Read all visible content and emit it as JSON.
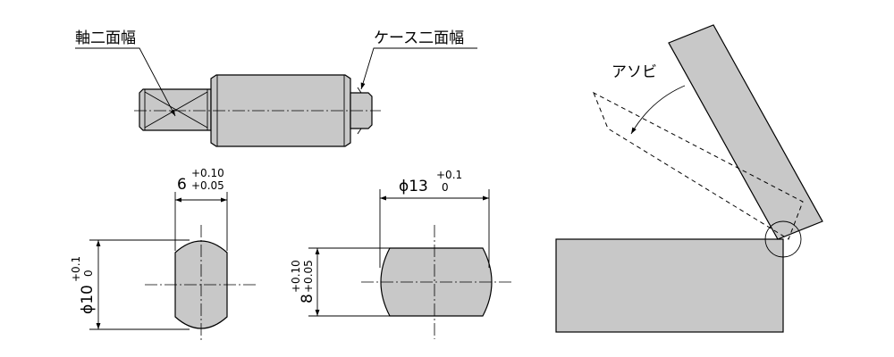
{
  "labels": {
    "shaft_width_across_flats": "軸二面幅",
    "case_width_across_flats": "ケース二面幅",
    "play": "アソビ"
  },
  "dimensions": {
    "shaft_flats": {
      "nominal": "6",
      "upper": "+0.10",
      "lower": "+0.05"
    },
    "shaft_diameter": {
      "nominal": "ϕ10",
      "upper": "+0.1",
      "lower": "0"
    },
    "case_flats": {
      "nominal": "8",
      "upper": "+0.10",
      "lower": "+0.05"
    },
    "case_diameter": {
      "nominal": "ϕ13",
      "upper": "+0.1",
      "lower": "0"
    }
  },
  "colors": {
    "part_fill": "#c8c8c8",
    "line": "#000000",
    "background": "#ffffff"
  }
}
